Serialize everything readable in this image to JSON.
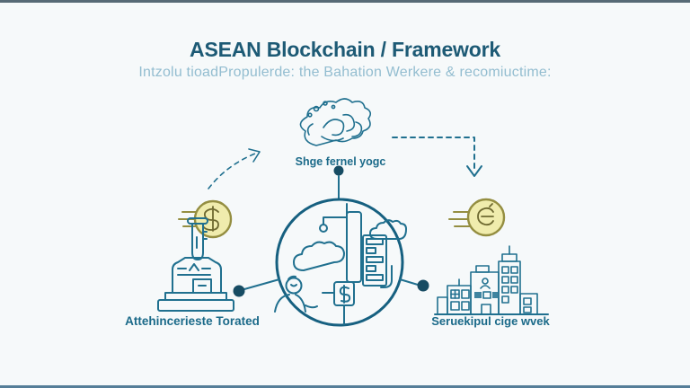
{
  "colors": {
    "bg": "#f6f9fa",
    "edge-top": "#223a49",
    "edge-bottom": "#2d5f80",
    "title": "#1d5a75",
    "subtitle": "#93bdd0",
    "label": "#1b6a89",
    "ink": "#20708f",
    "circle": "#166080",
    "dot": "#174c63",
    "coin-fill": "#f0ecad",
    "coin-stroke": "#948e41",
    "coin-glyph": "#6e6930"
  },
  "header": {
    "title": "ASEAN Blockchain / Framework",
    "subtitle": "Intzolu tioadPropulerde: the Bahation Werkere & recomiuctime:"
  },
  "diagram": {
    "top_node": {
      "icon": "scribble-cloud-icon",
      "label": "Shge fernel yogc"
    },
    "center_node": {
      "icon": "blockchain-hub-circle-icon"
    },
    "left_node": {
      "icon": "machine-building-icon",
      "label": "Attehincerieste Torated"
    },
    "right_node": {
      "icon": "city-buildings-icon",
      "label": "Seruekipul cige wvek"
    },
    "decorations": {
      "left_coin_icon": "speeding-dollar-coin-icon",
      "right_coin_icon": "speeding-crypto-coin-icon",
      "curved_arrow_icon": "dashed-curved-arrow-icon",
      "elbow_arrow_icon": "dashed-elbow-arrow-icon"
    }
  }
}
